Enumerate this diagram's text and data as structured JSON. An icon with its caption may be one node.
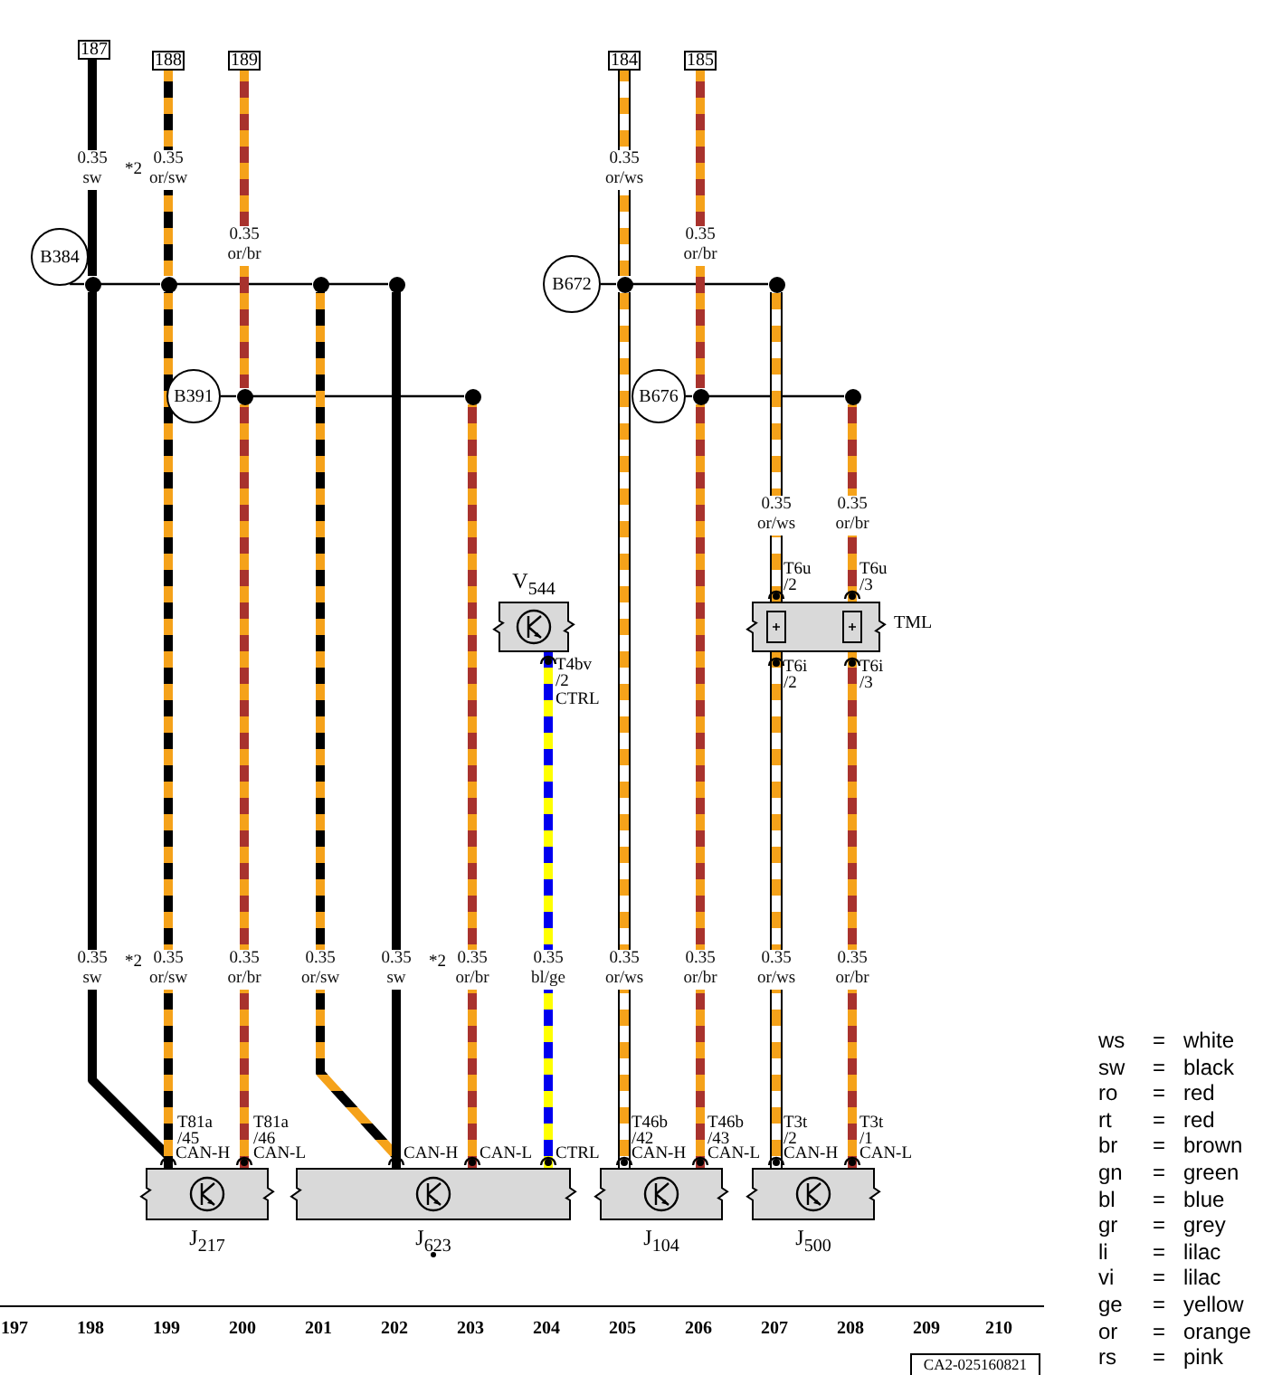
{
  "diagram": {
    "nodes": [
      {
        "text": [
          "187"
        ]
      },
      {
        "text": [
          "188"
        ]
      },
      {
        "text": [
          "189"
        ]
      },
      {
        "text": [
          "184"
        ]
      },
      {
        "text": [
          "185"
        ]
      },
      {
        "text": [
          "B384"
        ]
      },
      {
        "text": [],
        "shape": "dot"
      },
      {
        "text": [],
        "shape": "dot"
      },
      {
        "text": [],
        "shape": "dot"
      },
      {
        "text": [],
        "shape": "dot"
      },
      {
        "text": [
          "B672"
        ]
      },
      {
        "text": [],
        "shape": "dot"
      },
      {
        "text": [],
        "shape": "dot"
      },
      {
        "text": [
          "B391"
        ]
      },
      {
        "text": [],
        "shape": "dot"
      },
      {
        "text": [],
        "shape": "dot"
      },
      {
        "text": [
          "B676"
        ]
      },
      {
        "text": [],
        "shape": "dot"
      },
      {
        "text": [],
        "shape": "dot"
      },
      {
        "text": [
          "V$_{544}$"
        ],
        "beside": [
          "T4bv /2",
          "CTRL"
        ]
      },
      {
        "text": [
          "TML"
        ],
        "beside": [
          "T6u /2",
          "T6u /3",
          "T6i /2",
          "T6i /3"
        ]
      },
      {
        "text": [
          "J$_{217}$"
        ],
        "beside": [
          "T81a /45",
          "CAN-H",
          "T81a /46",
          "CAN-L"
        ]
      },
      {
        "text": [
          "J$_{623}$"
        ],
        "beside": [
          "CAN-H",
          "CAN-L",
          "CTRL"
        ]
      },
      {
        "text": [
          "J$_{104}$"
        ],
        "beside": [
          "T46b /42",
          "CAN-H",
          "T46b /43",
          "CAN-L"
        ]
      },
      {
        "text": [
          "J$_{500}$"
        ],
        "beside": [
          "T3t /2",
          "CAN-H",
          "T3t /1",
          "CAN-L"
        ]
      }
    ],
    "edges": [
      {
        "from": 5,
        "to": 6,
        "arrow": "none"
      },
      {
        "from": 6,
        "to": 7,
        "arrow": "none"
      },
      {
        "from": 7,
        "to": 8,
        "arrow": "none"
      },
      {
        "from": 8,
        "to": 9,
        "arrow": "none"
      },
      {
        "from": 10,
        "to": 11,
        "arrow": "none"
      },
      {
        "from": 11,
        "to": 12,
        "arrow": "none"
      },
      {
        "from": 13,
        "to": 14,
        "arrow": "none"
      },
      {
        "from": 14,
        "to": 15,
        "arrow": "none"
      },
      {
        "from": 16,
        "to": 17,
        "arrow": "none"
      },
      {
        "from": 17,
        "to": 18,
        "arrow": "none"
      },
      {
        "from": 0,
        "to": 6,
        "arrow": "none",
        "label": "0.35 sw",
        "style": "thick",
        "color": "#000000"
      },
      {
        "from": 6,
        "to": 21,
        "arrow": "none",
        "label": "0.35 sw",
        "style": "thick",
        "color": "#000000"
      },
      {
        "from": 1,
        "to": 7,
        "arrow": "none",
        "label": "0.35 or/sw",
        "style": "thick",
        "color": "#f5a21a"
      },
      {
        "from": 7,
        "to": 21,
        "arrow": "none",
        "label": "0.35 or/sw",
        "style": "thick",
        "color": "#f5a21a"
      },
      {
        "from": 8,
        "to": 22,
        "arrow": "none",
        "label": "0.35 or/sw",
        "style": "thick",
        "color": "#f5a21a"
      },
      {
        "from": 9,
        "to": 22,
        "arrow": "none",
        "label": "0.35 sw",
        "style": "thick",
        "color": "#000000"
      },
      {
        "from": 2,
        "to": 14,
        "arrow": "none",
        "label": "0.35 or/br",
        "style": "thick",
        "color": "#f5a21a"
      },
      {
        "from": 14,
        "to": 21,
        "arrow": "none",
        "label": "0.35 or/br",
        "style": "thick",
        "color": "#f5a21a"
      },
      {
        "from": 15,
        "to": 22,
        "arrow": "none",
        "label": "0.35 or/br",
        "style": "thick",
        "color": "#f5a21a"
      },
      {
        "from": 19,
        "to": 22,
        "arrow": "none",
        "label": "0.35 bl/ge",
        "style": "thick",
        "color": "#0000ee"
      },
      {
        "from": 3,
        "to": 11,
        "arrow": "none",
        "label": "0.35 or/ws",
        "style": "thick",
        "color": "#f5a21a"
      },
      {
        "from": 11,
        "to": 23,
        "arrow": "none",
        "label": "0.35 or/ws",
        "style": "thick",
        "color": "#f5a21a"
      },
      {
        "from": 12,
        "to": 20,
        "arrow": "none",
        "label": "0.35 or/ws",
        "style": "thick",
        "color": "#f5a21a"
      },
      {
        "from": 20,
        "to": 24,
        "arrow": "none",
        "label": "0.35 or/ws",
        "style": "thick",
        "color": "#f5a21a"
      },
      {
        "from": 4,
        "to": 17,
        "arrow": "none",
        "label": "0.35 or/br",
        "style": "thick",
        "color": "#f5a21a"
      },
      {
        "from": 17,
        "to": 23,
        "arrow": "none",
        "label": "0.35 or/br",
        "style": "thick",
        "color": "#f5a21a"
      },
      {
        "from": 18,
        "to": 20,
        "arrow": "none",
        "label": "0.35 or/br",
        "style": "thick",
        "color": "#f5a21a"
      },
      {
        "from": 20,
        "to": 24,
        "arrow": "none",
        "label": "0.35 or/br",
        "style": "thick",
        "color": "#f5a21a"
      }
    ],
    "labels": [
      "*2",
      "*2",
      "*2",
      "ws",
      "=",
      "white",
      "sw",
      "=",
      "black",
      "ro",
      "=",
      "red",
      "rt",
      "=",
      "red",
      "br",
      "=",
      "brown",
      "gn",
      "=",
      "green",
      "bl",
      "=",
      "blue",
      "gr",
      "=",
      "grey",
      "li",
      "=",
      "lilac",
      "vi",
      "=",
      "lilac",
      "ge",
      "=",
      "yellow",
      "or",
      "=",
      "orange",
      "rs",
      "=",
      "pink",
      "197",
      "198",
      "199",
      "200",
      "201",
      "202",
      "203",
      "204",
      "205",
      "206",
      "207",
      "208",
      "209",
      "210",
      "CA2-025160821"
    ]
  }
}
